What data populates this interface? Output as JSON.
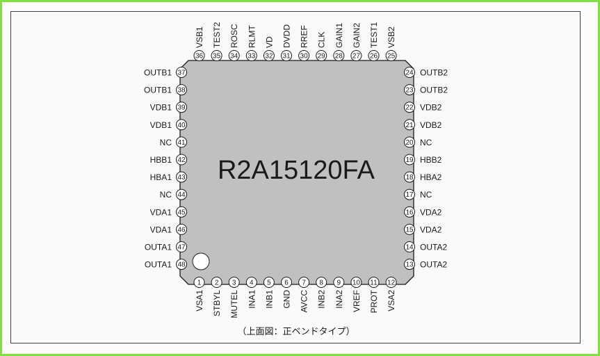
{
  "part_number": "R2A15120FA",
  "caption": "（上面図：正ベンドタイプ）",
  "colors": {
    "body": "#c0c0c0",
    "outline": "#1a1a1a",
    "frame": "#7fe040"
  },
  "pins": {
    "top": [
      {
        "num": "36",
        "name": "VSB1"
      },
      {
        "num": "35",
        "name": "TEST2"
      },
      {
        "num": "34",
        "name": "ROSC"
      },
      {
        "num": "33",
        "name": "RLMT"
      },
      {
        "num": "32",
        "name": "VD"
      },
      {
        "num": "31",
        "name": "DVDD"
      },
      {
        "num": "30",
        "name": "RREF"
      },
      {
        "num": "29",
        "name": "CLK"
      },
      {
        "num": "28",
        "name": "GAIN1"
      },
      {
        "num": "27",
        "name": "GAIN2"
      },
      {
        "num": "26",
        "name": "TEST1"
      },
      {
        "num": "25",
        "name": "VSB2"
      }
    ],
    "bottom": [
      {
        "num": "1",
        "name": "VSA1"
      },
      {
        "num": "2",
        "name": "STBYL"
      },
      {
        "num": "3",
        "name": "MUTEL"
      },
      {
        "num": "4",
        "name": "INA1"
      },
      {
        "num": "5",
        "name": "INB1"
      },
      {
        "num": "6",
        "name": "GND"
      },
      {
        "num": "7",
        "name": "AVCC"
      },
      {
        "num": "8",
        "name": "INB2"
      },
      {
        "num": "9",
        "name": "INA2"
      },
      {
        "num": "10",
        "name": "VREF"
      },
      {
        "num": "11",
        "name": "PROT"
      },
      {
        "num": "12",
        "name": "VSA2"
      }
    ],
    "left": [
      {
        "num": "37",
        "name": "OUTB1"
      },
      {
        "num": "38",
        "name": "OUTB1"
      },
      {
        "num": "39",
        "name": "VDB1"
      },
      {
        "num": "40",
        "name": "VDB1"
      },
      {
        "num": "41",
        "name": "NC"
      },
      {
        "num": "42",
        "name": "HBB1"
      },
      {
        "num": "43",
        "name": "HBA1"
      },
      {
        "num": "44",
        "name": "NC"
      },
      {
        "num": "45",
        "name": "VDA1"
      },
      {
        "num": "46",
        "name": "VDA1"
      },
      {
        "num": "47",
        "name": "OUTA1"
      },
      {
        "num": "48",
        "name": "OUTA1"
      }
    ],
    "right": [
      {
        "num": "24",
        "name": "OUTB2"
      },
      {
        "num": "23",
        "name": "OUTB2"
      },
      {
        "num": "22",
        "name": "VDB2"
      },
      {
        "num": "21",
        "name": "VDB2"
      },
      {
        "num": "20",
        "name": "NC"
      },
      {
        "num": "19",
        "name": "HBB2"
      },
      {
        "num": "18",
        "name": "HBA2"
      },
      {
        "num": "17",
        "name": "NC"
      },
      {
        "num": "16",
        "name": "VDA2"
      },
      {
        "num": "15",
        "name": "VDA2"
      },
      {
        "num": "14",
        "name": "OUTA2"
      },
      {
        "num": "13",
        "name": "OUTA2"
      }
    ]
  }
}
